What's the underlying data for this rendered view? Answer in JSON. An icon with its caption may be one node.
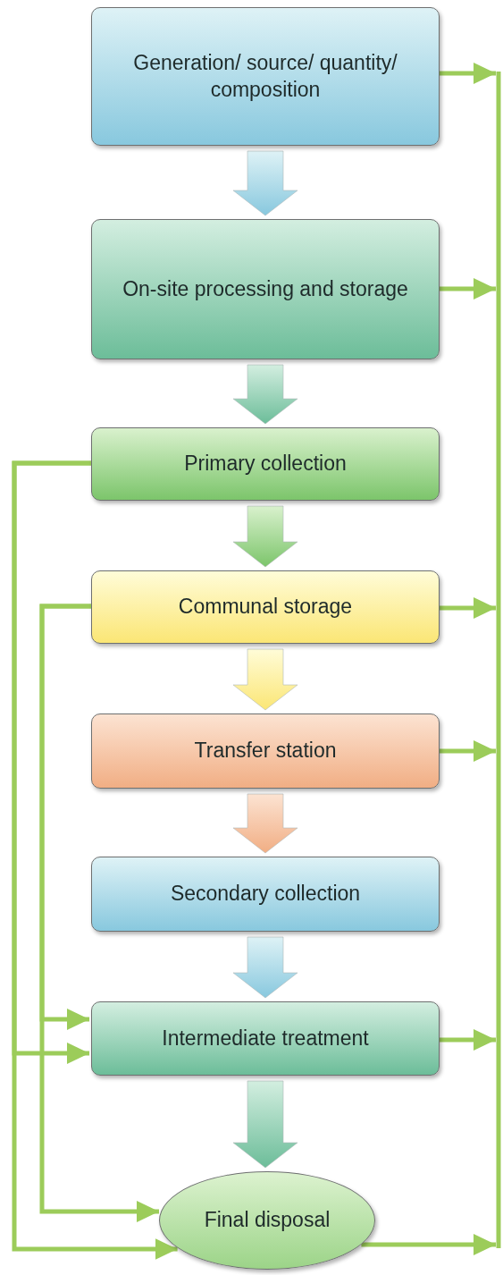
{
  "diagram": {
    "nodes": [
      {
        "text": [
          "Generation/ source/ quantity/ composition"
        ]
      },
      {
        "text": [
          "On-site processing and storage"
        ]
      },
      {
        "text": [
          "Primary collection"
        ]
      },
      {
        "text": [
          "Communal storage"
        ]
      },
      {
        "text": [
          "Transfer station"
        ]
      },
      {
        "text": [
          "Secondary collection"
        ]
      },
      {
        "text": [
          "Intermediate treatment"
        ]
      },
      {
        "text": [
          "Final disposal"
        ]
      }
    ],
    "edges": [
      {
        "from": 0,
        "to": 1,
        "arrow": "to",
        "style": "thick"
      },
      {
        "from": 1,
        "to": 2,
        "arrow": "to",
        "style": "thick"
      },
      {
        "from": 2,
        "to": 3,
        "arrow": "to",
        "style": "thick"
      },
      {
        "from": 3,
        "to": 4,
        "arrow": "to",
        "style": "thick"
      },
      {
        "from": 4,
        "to": 5,
        "arrow": "to",
        "style": "thick"
      },
      {
        "from": 5,
        "to": 6,
        "arrow": "to",
        "style": "thick"
      },
      {
        "from": 6,
        "to": 7,
        "arrow": "to",
        "style": "thick"
      },
      {
        "from": 0,
        "to": null,
        "arrow": "to"
      },
      {
        "from": 1,
        "to": null,
        "arrow": "to"
      },
      {
        "from": 3,
        "to": null,
        "arrow": "to"
      },
      {
        "from": 4,
        "to": null,
        "arrow": "to"
      },
      {
        "from": 6,
        "to": null,
        "arrow": "to"
      },
      {
        "from": 7,
        "to": null,
        "arrow": "to"
      },
      {
        "from": 2,
        "to": 6,
        "arrow": "to"
      },
      {
        "from": 2,
        "to": 7,
        "arrow": "to"
      },
      {
        "from": 3,
        "to": 6,
        "arrow": "to"
      },
      {
        "from": 3,
        "to": 7,
        "arrow": "to"
      }
    ]
  }
}
